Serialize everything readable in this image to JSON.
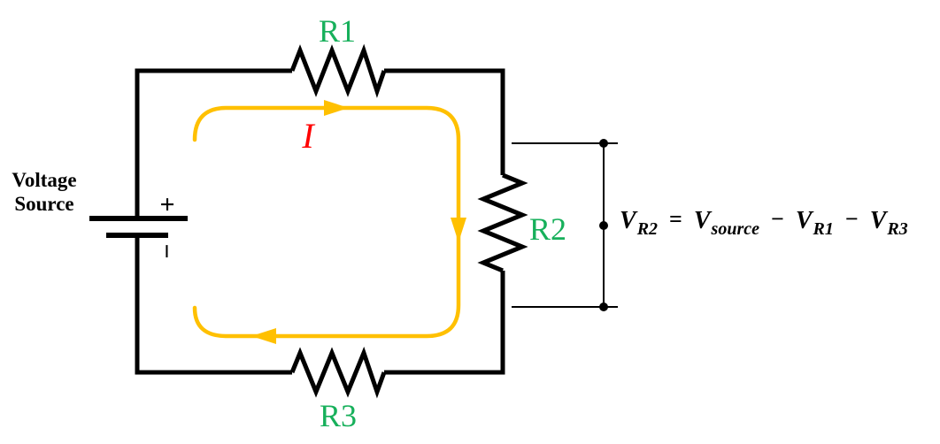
{
  "labels": {
    "r1": "R1",
    "r2": "R2",
    "r3": "R3",
    "current": "I",
    "voltage_source_line1": "Voltage",
    "voltage_source_line2": "Source",
    "battery_plus": "+",
    "battery_minus": "−"
  },
  "formula": {
    "lhs_main": "V",
    "lhs_sub": "R2",
    "equals": "=",
    "source_main": "V",
    "source_sub": "source",
    "minus1": "−",
    "term_r1_main": "V",
    "term_r1_sub": "R1",
    "minus2": "−",
    "term_r3_main": "V",
    "term_r3_sub": "R3"
  },
  "colors": {
    "wire": "#000000",
    "current_loop": "#FFC000",
    "resistor_label_green": "#17B05B",
    "current_label_red": "#FF0000",
    "background": "#FFFFFF"
  }
}
